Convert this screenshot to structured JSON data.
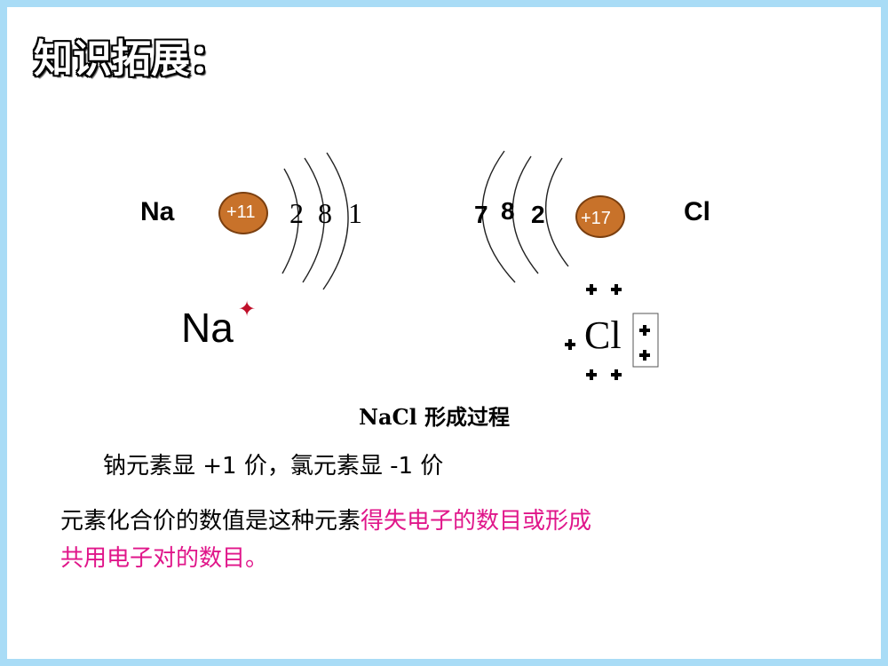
{
  "title": "知识拓展：",
  "na_atom": {
    "symbol": "Na",
    "nucleus_charge": "+11",
    "shells": [
      "2",
      "8",
      "1"
    ]
  },
  "cl_atom": {
    "symbol": "Cl",
    "nucleus_charge": "+17",
    "shells": [
      "7",
      "8",
      "2"
    ]
  },
  "na_ion": {
    "symbol": "Na",
    "charge_mark": "✦"
  },
  "cl_ion": {
    "symbol": "Cl"
  },
  "caption": "NaCl 形成过程",
  "valence_line": "钠元素显 +1 价，氯元素显 -1 价",
  "definition": {
    "line1_plain": "元素化合价的数值是这种元素",
    "line1_highlight": "得失电子的数目或形成",
    "line2_highlight": "共用电子对的数目。"
  },
  "colors": {
    "highlight": "#e0168a",
    "nucleus": "#c8722a",
    "frame": "#a9dcf6"
  }
}
